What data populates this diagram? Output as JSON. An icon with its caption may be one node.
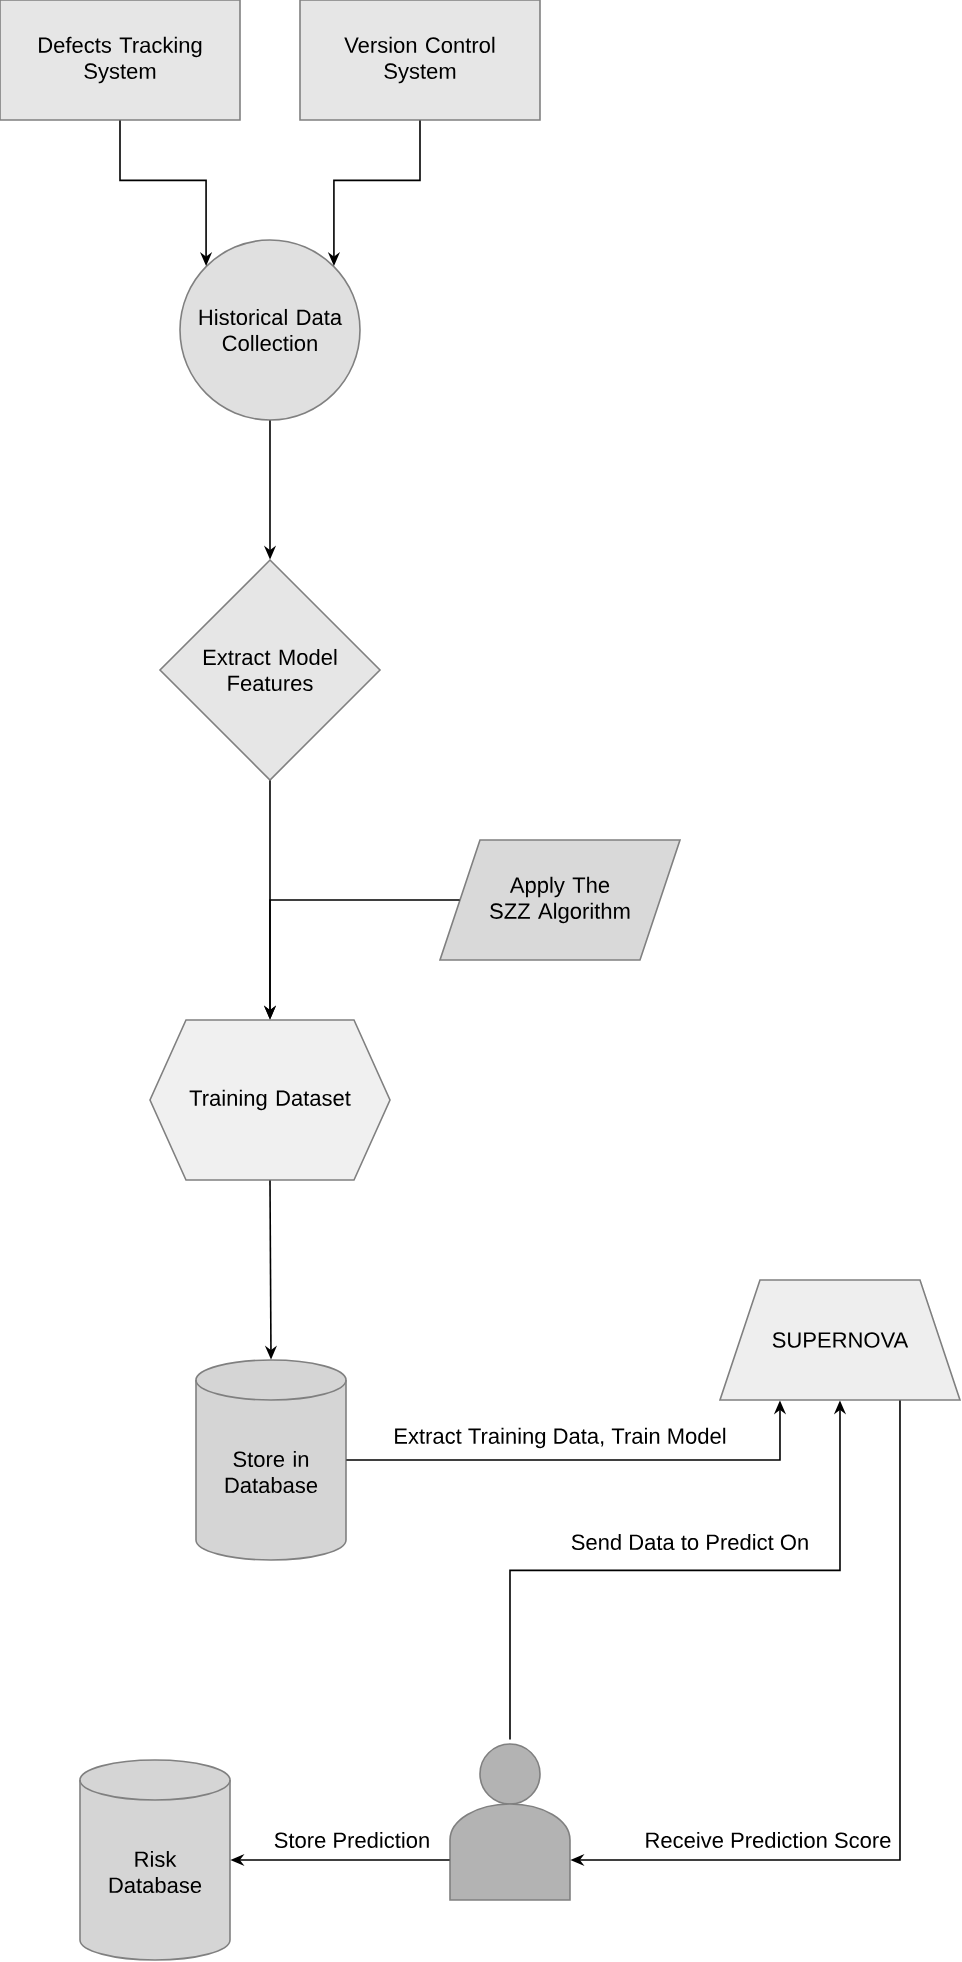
{
  "diagram": {
    "nodes": [
      {
        "text": [
          "Defects Tracking System"
        ]
      },
      {
        "text": [
          "Version Control System"
        ]
      },
      {
        "text": [
          "Historical Data Collection"
        ]
      },
      {
        "text": [
          "Extract Model Features"
        ]
      },
      {
        "text": [
          "Apply The SZZ Algorithm"
        ]
      },
      {
        "text": [
          "Training Dataset"
        ]
      },
      {
        "text": [
          "Store in Database"
        ]
      },
      {
        "text": [
          "SUPERNOVA"
        ]
      },
      {
        "text": [],
        "shape": "person"
      },
      {
        "text": [
          "Risk Database"
        ]
      }
    ],
    "edges": [
      {
        "from": 0,
        "to": 2,
        "arrow": "to"
      },
      {
        "from": 1,
        "to": 2,
        "arrow": "to"
      },
      {
        "from": 2,
        "to": 3,
        "arrow": "to"
      },
      {
        "from": 3,
        "to": 5,
        "arrow": "to"
      },
      {
        "from": 4,
        "to": 5,
        "arrow": "to"
      },
      {
        "from": 5,
        "to": 6,
        "arrow": "to"
      },
      {
        "from": 6,
        "to": 7,
        "arrow": "to",
        "label": "Extract Training Data, Train Model"
      },
      {
        "from": 8,
        "to": 7,
        "arrow": "to",
        "label": "Send Data to Predict On"
      },
      {
        "from": 7,
        "to": 8,
        "arrow": "to",
        "label": "Receive Prediction Score"
      },
      {
        "from": 8,
        "to": 9,
        "arrow": "to",
        "label": "Store Prediction"
      }
    ]
  }
}
